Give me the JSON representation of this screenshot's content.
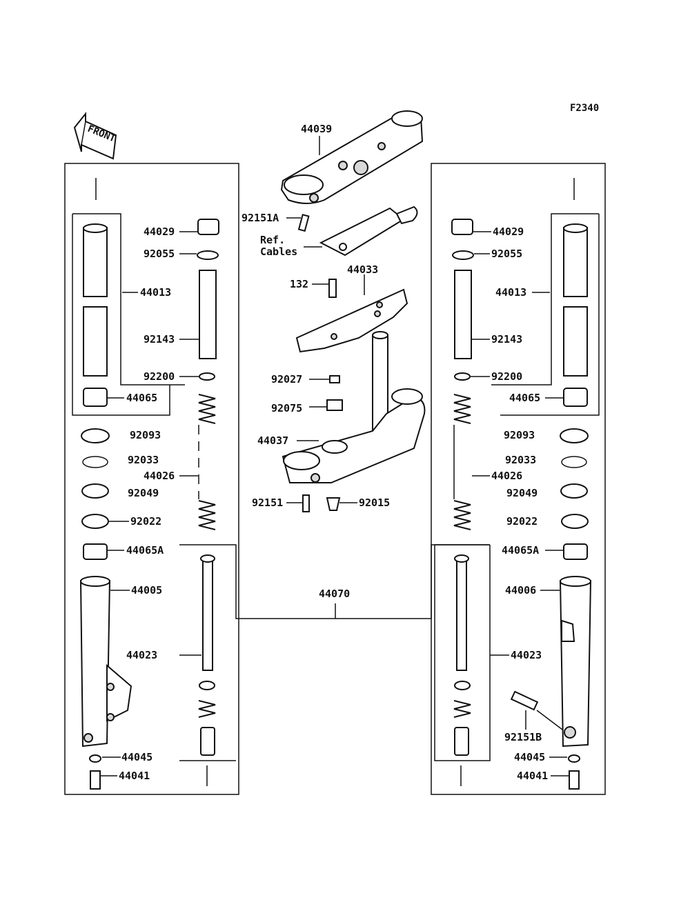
{
  "diagram": {
    "figure_code": "F2340",
    "front_arrow": "FRONT",
    "ref_note": [
      "Ref.",
      "Cables"
    ],
    "labels": {
      "p44039": "44039",
      "p92151A": "92151A",
      "p44033": "44033",
      "p132": "132",
      "p92027": "92027",
      "p92075": "92075",
      "p44037": "44037",
      "p92151_center": "92151",
      "p92015": "92015",
      "p44070": "44070",
      "L_44029": "44029",
      "L_92055": "92055",
      "L_44013": "44013",
      "L_92143": "92143",
      "L_92200": "92200",
      "L_44065": "44065",
      "L_92093": "92093",
      "L_92033": "92033",
      "L_44026": "44026",
      "L_92049": "92049",
      "L_92022": "92022",
      "L_44065A": "44065A",
      "L_44005": "44005",
      "L_44023": "44023",
      "L_44045": "44045",
      "L_44041": "44041",
      "R_44029": "44029",
      "R_92055": "92055",
      "R_44013": "44013",
      "R_92143": "92143",
      "R_92200": "92200",
      "R_44065": "44065",
      "R_92093": "92093",
      "R_92033": "92033",
      "R_44026": "44026",
      "R_92049": "92049",
      "R_92022": "92022",
      "R_44065A": "44065A",
      "R_44006": "44006",
      "R_44023": "44023",
      "R_92151B": "92151B",
      "R_44045": "44045",
      "R_44041": "44041"
    }
  }
}
